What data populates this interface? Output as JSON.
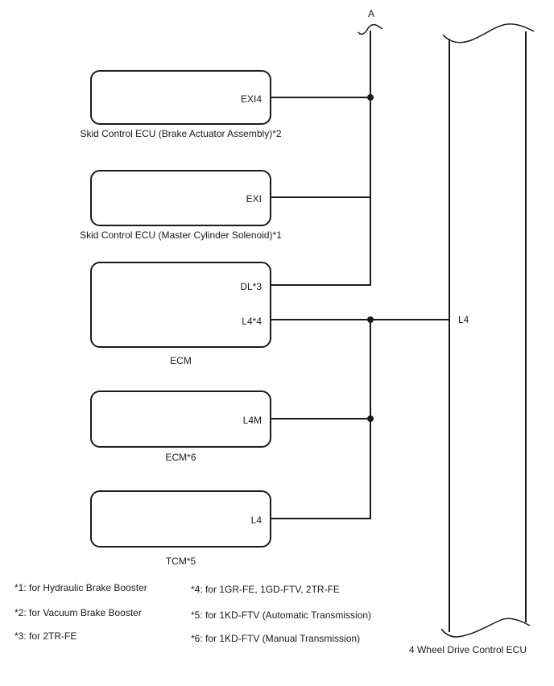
{
  "diagram": {
    "top_connector": {
      "label": "A"
    },
    "boxes": [
      {
        "pins": [
          "EXI4"
        ],
        "caption": "Skid Control ECU (Brake Actuator Assembly)*2"
      },
      {
        "pins": [
          "EXI"
        ],
        "caption": "Skid Control ECU (Master Cylinder Solenoid)*1"
      },
      {
        "pins": [
          "DL*3",
          "L4*4"
        ],
        "caption": "ECM"
      },
      {
        "pins": [
          "L4M"
        ],
        "caption": "ECM*6"
      },
      {
        "pins": [
          "L4"
        ],
        "caption": "TCM*5"
      }
    ],
    "right_ecu": {
      "pin_label": "L4",
      "caption": "4 Wheel Drive Control ECU"
    },
    "footnotes": {
      "left": [
        "*1: for Hydraulic Brake Booster",
        "*2: for Vacuum Brake Booster",
        "*3: for 2TR-FE"
      ],
      "right": [
        "*4: for 1GR-FE, 1GD-FTV, 2TR-FE",
        "*5: for 1KD-FTV (Automatic Transmission)",
        "*6: for 1KD-FTV (Manual Transmission)"
      ]
    },
    "colors": {
      "line": "#1a1a1a",
      "background": "#ffffff"
    }
  }
}
